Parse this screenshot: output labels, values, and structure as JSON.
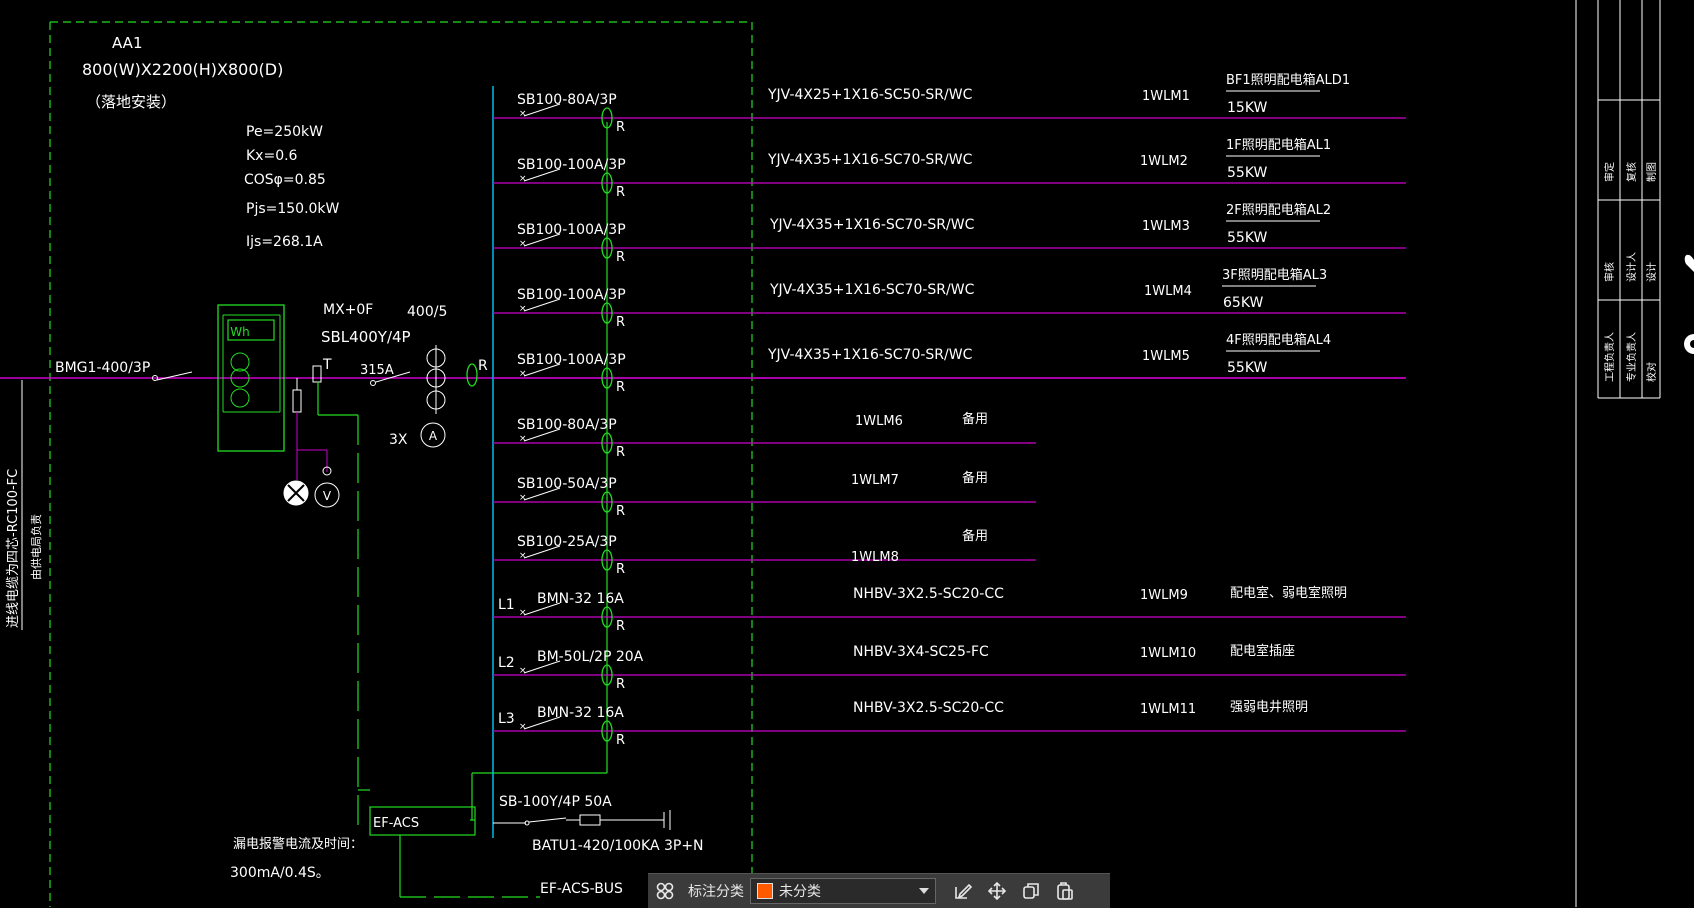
{
  "panel": {
    "name": "AA1",
    "size": "800(W)X2200(H)X800(D)",
    "install": "（落地安装）",
    "params": [
      "Pe=250kW",
      "Kx=0.6",
      "COSφ=0.85",
      "Pjs=150.0kW",
      "Ijs=268.1A"
    ]
  },
  "incoming": {
    "breaker": "BMG1-400/3P",
    "cable": "进线电缆为四芯-RC100-FC",
    "note": "由供电局负责",
    "meter": "Wh",
    "ct_label": "MX+0F",
    "ct_ratio": "400/5",
    "switch": "SBL400Y/4P",
    "t_mark": "T",
    "fuse": "315A",
    "r_mark": "R",
    "ammeter_count": "3X",
    "ammeter": "A",
    "voltmeter": "V"
  },
  "feeders": [
    {
      "breaker": "SB100-80A/3P",
      "cable": "YJV-4X25+1X16-SC50-SR/WC",
      "circuit": "1WLM1",
      "dest": "BF1照明配电箱ALD1",
      "power": "15KW",
      "r": "R"
    },
    {
      "breaker": "SB100-100A/3P",
      "cable": "YJV-4X35+1X16-SC70-SR/WC",
      "circuit": "1WLM2",
      "dest": "1F照明配电箱AL1",
      "power": "55KW",
      "r": "R"
    },
    {
      "breaker": "SB100-100A/3P",
      "cable": "YJV-4X35+1X16-SC70-SR/WC",
      "circuit": "1WLM3",
      "dest": "2F照明配电箱AL2",
      "power": "55KW",
      "r": "R"
    },
    {
      "breaker": "SB100-100A/3P",
      "cable": "YJV-4X35+1X16-SC70-SR/WC",
      "circuit": "1WLM4",
      "dest": "3F照明配电箱AL3",
      "power": "65KW",
      "r": "R"
    },
    {
      "breaker": "SB100-100A/3P",
      "cable": "YJV-4X35+1X16-SC70-SR/WC",
      "circuit": "1WLM5",
      "dest": "4F照明配电箱AL4",
      "power": "55KW",
      "r": "R"
    },
    {
      "breaker": "SB100-80A/3P",
      "cable": "",
      "circuit": "1WLM6",
      "dest": "备用",
      "power": "",
      "r": "R"
    },
    {
      "breaker": "SB100-50A/3P",
      "cable": "",
      "circuit": "1WLM7",
      "dest": "备用",
      "power": "",
      "r": "R"
    },
    {
      "breaker": "SB100-25A/3P",
      "cable": "",
      "circuit": "1WLM8",
      "dest": "备用",
      "power": "",
      "r": "R"
    },
    {
      "phase": "L1",
      "breaker": "BMN-32 16A",
      "cable": "NHBV-3X2.5-SC20-CC",
      "circuit": "1WLM9",
      "dest": "配电室、弱电室照明",
      "power": "",
      "r": "R"
    },
    {
      "phase": "L2",
      "breaker": "BM-50L/2P 20A",
      "cable": "NHBV-3X4-SC25-FC",
      "circuit": "1WLM10",
      "dest": "配电室插座",
      "power": "",
      "r": "R"
    },
    {
      "phase": "L3",
      "breaker": "BMN-32 16A",
      "cable": "NHBV-3X2.5-SC20-CC",
      "circuit": "1WLM11",
      "dest": "强弱电井照明",
      "power": "",
      "r": "R"
    }
  ],
  "spd": {
    "breaker": "SB-100Y/4P 50A",
    "device": "BATU1-420/100KA 3P+N"
  },
  "leakage": {
    "box": "EF-ACS",
    "bus": "EF-ACS-BUS",
    "note1": "漏电报警电流及时间：",
    "note2": "300mA/0.4S。"
  },
  "title_block": {
    "col1": [
      "工程负责人",
      "审核",
      "审定"
    ],
    "col2": [
      "专业负责人",
      "设计人",
      "复核"
    ],
    "col3": [
      "校对",
      "设计",
      "制图"
    ]
  },
  "toolbar": {
    "label": "标注分类",
    "selected": "未分类",
    "swatch_color": "#ff5a00"
  },
  "colors": {
    "background": "#000000",
    "wire_green": "#22dd22",
    "bus_cyan": "#00c8ff",
    "feeder_magenta": "#cc00cc",
    "dashed_green": "#22dd22"
  }
}
